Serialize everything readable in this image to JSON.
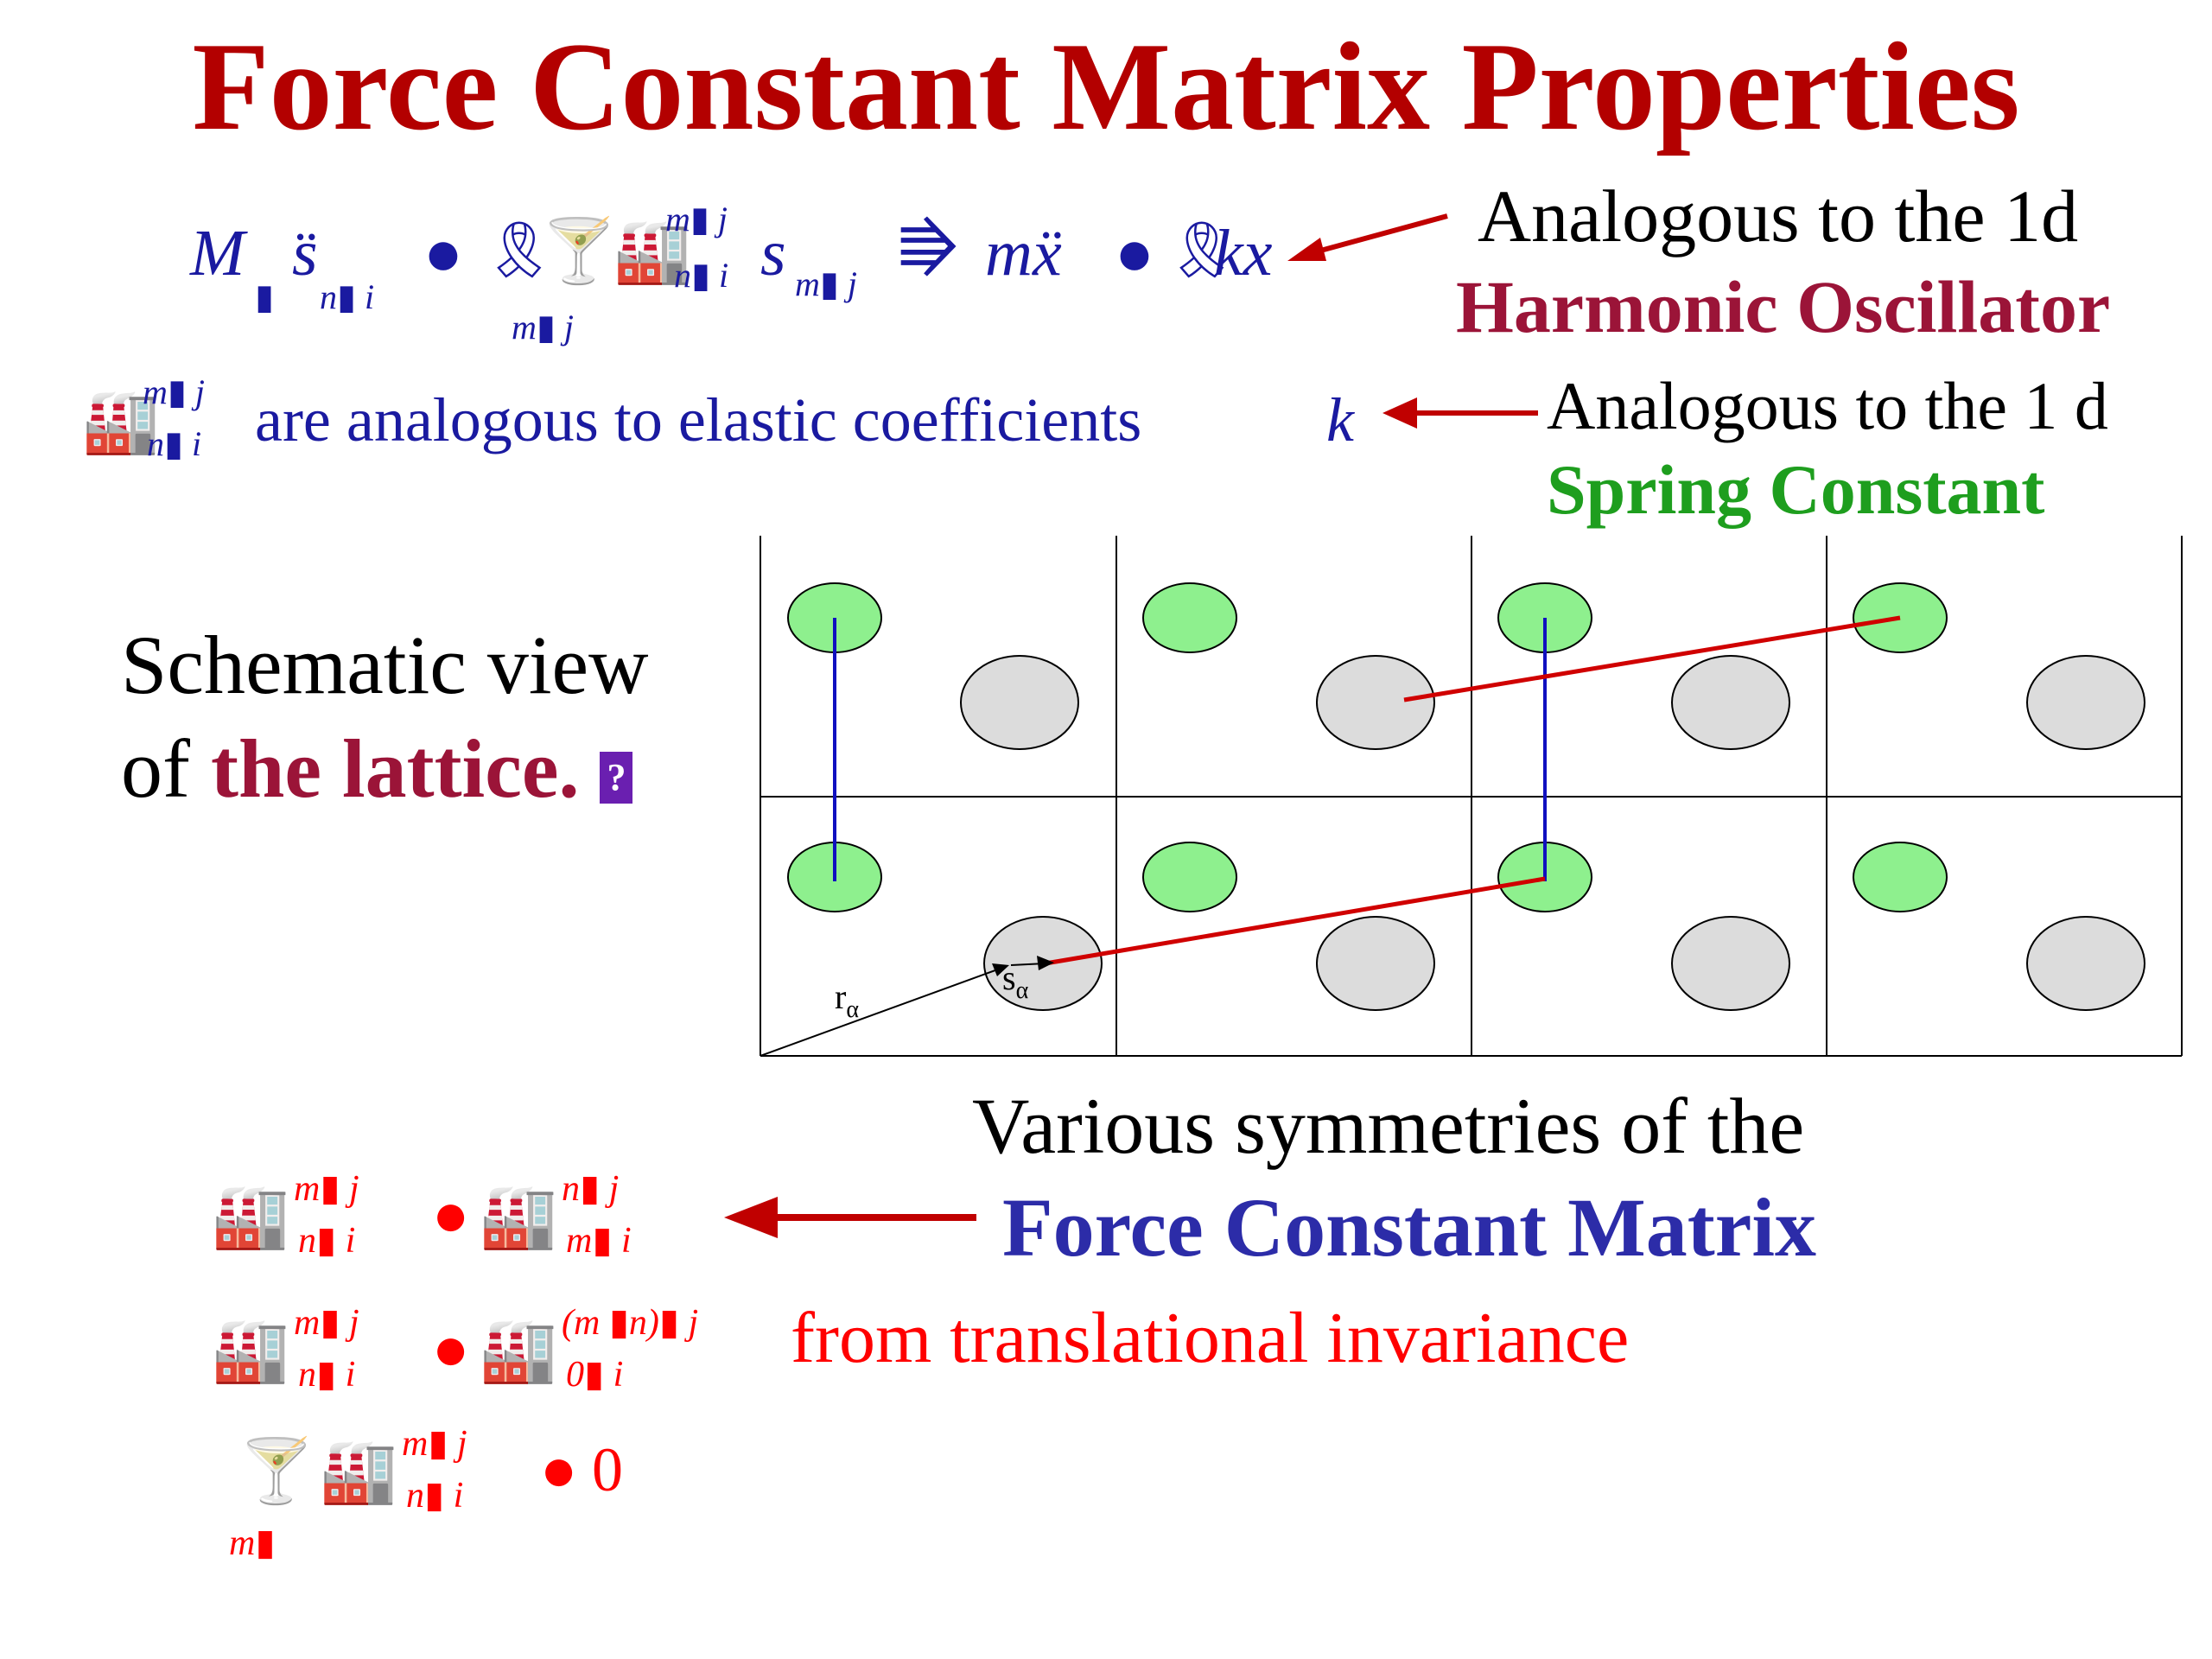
{
  "title": "Force Constant Matrix Properties",
  "equation1": {
    "M": "M",
    "M_sub": "▮",
    "s_dd": "s̈",
    "s_sub": "n▮ i",
    "bullet": "●",
    "ribbon": "🎗",
    "cocktail": "🍸",
    "sum_sub": "m▮ j",
    "factory": "🏭",
    "phi_sup": "m▮ j",
    "phi_sub": "n▮ i",
    "s2": "s",
    "s2_sub": "m▮ j",
    "arrow": "⭆",
    "mx": "mẍ",
    "bullet2": "●",
    "ribbon2": "🎗",
    "kx": "kx"
  },
  "equation2": {
    "factory": "🏭",
    "sup": "m▮ j",
    "sub": "n▮ i",
    "text": "are analogous to elastic coefficients",
    "k": "k"
  },
  "notes": {
    "analog1_line1": "Analogous to the 1d",
    "analog1_line2": "Harmonic Oscillator",
    "analog2_line1": "Analogous to the 1 d",
    "analog2_line2": "Spring Constant"
  },
  "lattice_caption": {
    "line1": "Schematic view",
    "line2_prefix": "of ",
    "line2_bold": "the lattice.",
    "box_glyph": "?"
  },
  "lattice_labels": {
    "r": "r",
    "r_sub": "α",
    "s": "s",
    "s_sub": "α"
  },
  "symmetries": {
    "line1": "Various symmetries of the",
    "line2": "Force Constant Matrix",
    "translational": "from translational invariance"
  },
  "red_eq": {
    "factory": "🏭",
    "sup1": "m▮ j",
    "sub1": "n▮ i",
    "eq": "●",
    "sup2": "n▮ j",
    "sub2": "m▮ i",
    "sup3": "(m ▮n)▮ j",
    "sub3": "0▮ i",
    "cocktail": "🍸",
    "sum_sub": "m▮",
    "zero": "0"
  },
  "colors": {
    "title": "#b30000",
    "blue_eq": "#1a1aa0",
    "red_eq": "#ff0000",
    "maroon": "#9b1438",
    "green_note": "#1e9e1e",
    "green_atom": "#8ef08e",
    "gray_atom": "#dcdcdc",
    "bond_red": "#d00000",
    "bond_blue": "#1010c0",
    "arrow": "#c00000"
  }
}
